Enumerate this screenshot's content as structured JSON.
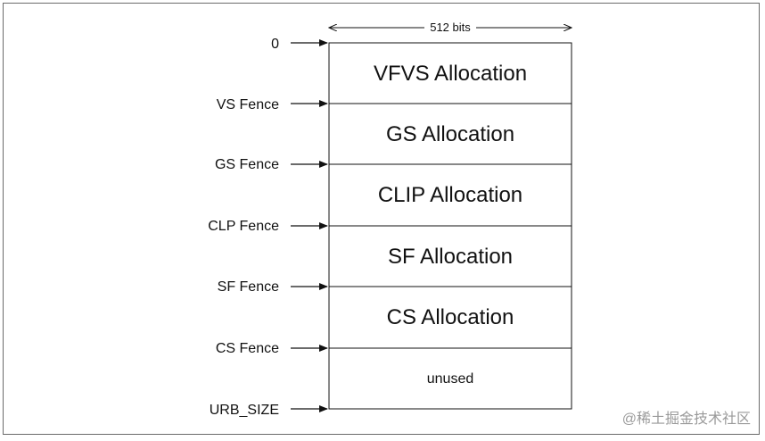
{
  "diagram": {
    "width_label": "512 bits",
    "fences": [
      {
        "label": "0"
      },
      {
        "label": "VS Fence"
      },
      {
        "label": "GS Fence"
      },
      {
        "label": "CLP Fence"
      },
      {
        "label": "SF Fence"
      },
      {
        "label": "CS Fence"
      },
      {
        "label": "URB_SIZE"
      }
    ],
    "allocations": [
      {
        "label": "VFVS Allocation"
      },
      {
        "label": "GS Allocation"
      },
      {
        "label": "CLIP Allocation"
      },
      {
        "label": "SF Allocation"
      },
      {
        "label": "CS Allocation"
      },
      {
        "label": "unused"
      }
    ]
  },
  "watermark": "@稀土掘金技术社区"
}
